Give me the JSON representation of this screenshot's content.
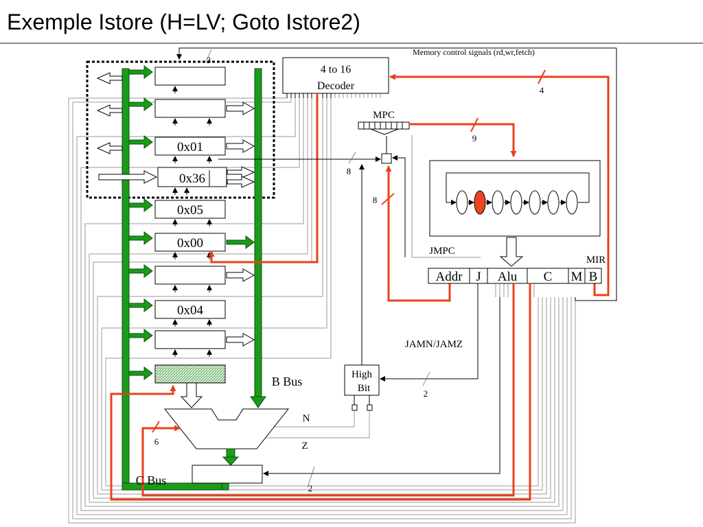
{
  "slide": {
    "title": "Exemple Istore (H=LV; Goto Istore2)"
  },
  "colors": {
    "bus_green": "#1b9a1b",
    "signal_red": "#e8401c",
    "mpc_red": "#ee4422"
  },
  "labels": {
    "memory_control": "Memory control signals (rd,wr,fetch)",
    "decoder_line1": "4 to 16",
    "decoder_line2": "Decoder",
    "mpc": "MPC",
    "jmpc": "JMPC",
    "mir": "MIR",
    "jamn_jamz": "JAMN/JAMZ",
    "high_bit_line1": "High",
    "high_bit_line2": "Bit",
    "b_bus": "B Bus",
    "c_bus": "C Bus",
    "n_flag": "N",
    "z_flag": "Z"
  },
  "bus_widths": {
    "mem_ctrl": "3",
    "decoder_in": "4",
    "mpc_out": "9",
    "next_addr": "8",
    "addr_feed": "8",
    "jam": "2",
    "alu_ctrl": "6",
    "shifter_ctrl": "2"
  },
  "registers": [
    {
      "value": ""
    },
    {
      "value": ""
    },
    {
      "value": "0x01"
    },
    {
      "value": "0x36"
    },
    {
      "value": "0x05"
    },
    {
      "value": "0x00"
    },
    {
      "value": ""
    },
    {
      "value": "0x04"
    },
    {
      "value": ""
    }
  ],
  "mir_fields": [
    "Addr",
    "J",
    "Alu",
    "C",
    "M",
    "B"
  ]
}
